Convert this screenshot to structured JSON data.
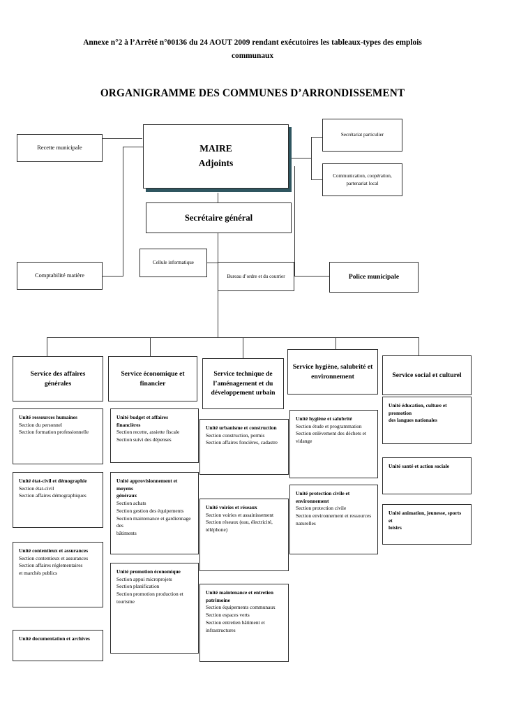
{
  "document": {
    "header_line1": "Annexe n°2 à l’Arrêté n°00136 du 24 AOUT 2009 rendant exécutoires les tableaux-types des emplois",
    "header_line2": "communaux",
    "chart_title": "ORGANIGRAMME DES COMMUNES D’ARRONDISSEMENT"
  },
  "colors": {
    "box_border": "#2c2c2c",
    "connector": "#3a3a3a",
    "maire_shadow": "#2f5660",
    "page_background": "#ffffff"
  },
  "top": {
    "maire_line1": "MAIRE",
    "maire_line2": "Adjoints",
    "recette": "Recette municipale",
    "secretariat": "Secrétariat particulier",
    "communication": "Communication, coopération,\npartenariat local",
    "communication_line1": "Communication, coopération,",
    "communication_line2": "partenariat local"
  },
  "middle": {
    "secretaire_general": "Secrétaire général",
    "comptabilite": "Comptabilité matière",
    "cellule_informatique": "Cellule informatique",
    "bureau_ordre": "Bureau d’ordre et du courrier",
    "police": "Police municipale"
  },
  "services": [
    {
      "id": "affaires-generales",
      "label": "Service des affaires générales"
    },
    {
      "id": "economique-financier",
      "label": "Service économique et financier"
    },
    {
      "id": "technique-amenagement",
      "label": "Service technique de l’aménagement et du développement urbain",
      "lines": [
        "Service technique de",
        "l’aménagement et du",
        "développement urbain"
      ]
    },
    {
      "id": "hygiene-salubrite",
      "label": "Service hygiène, salubrité et environnement",
      "lines": [
        "Service hygiène, salubrité et",
        "environnement"
      ]
    },
    {
      "id": "social-culturel",
      "label": "Service social et culturel"
    }
  ],
  "units": {
    "col1": [
      {
        "title": "Unité ressources humaines",
        "sections": [
          "Section du personnel",
          "Section formation professionnelle"
        ]
      },
      {
        "title": "Unité état-civil et démographie",
        "sections": [
          "Section état-civil",
          "Section affaires démographiques"
        ]
      },
      {
        "title": "Unité contentieux et assurances",
        "sections": [
          "Section contentieux et assurances",
          "Section affaires réglementaires",
          "et marchés publics"
        ]
      },
      {
        "title": "Unité documentation et archives",
        "sections": []
      }
    ],
    "col2": [
      {
        "title": "Unité budget et affaires financières",
        "sections": [
          "Section recette, assiette fiscale",
          "Section suivi des dépenses"
        ]
      },
      {
        "title": "Unité approvisionnement et moyens généraux",
        "title_lines": [
          "Unité approvisionnement et moyens",
          "généraux"
        ],
        "sections": [
          "Section achats",
          "Section gestion des équipements",
          "Section maintenance et gardiennage des",
          "bâtiments"
        ]
      },
      {
        "title": "Unité promotion économique",
        "sections": [
          "Section appui microprojets",
          "Section planification",
          "Section promotion production et",
          "tourisme"
        ]
      }
    ],
    "col3": [
      {
        "title": "Unité urbanisme et construction",
        "sections": [
          "Section construction, permis",
          "Section affaires foncières, cadastre"
        ]
      },
      {
        "title": "Unité voiries et réseaux",
        "sections": [
          "Section voiries et assainissement",
          "Section réseaux (eau, électricité,",
          "téléphone)"
        ]
      },
      {
        "title": "Unité maintenance et entretien patrimoine",
        "title_lines": [
          "Unité maintenance et entretien",
          "patrimoine"
        ],
        "sections": [
          "Section équipements communaux",
          "Section espaces verts",
          "Section entretien bâtiment et",
          "infrastructures"
        ]
      }
    ],
    "col4": [
      {
        "title": "Unité hygiène et salubrité",
        "sections": [
          "Section étude et programmation",
          "Section enlèvement des déchets et",
          "vidange"
        ]
      },
      {
        "title": "Unité protection civile et environnement",
        "title_lines": [
          "Unité protection civile et",
          "environnement"
        ],
        "sections": [
          "Section protection civile",
          "Section environnement et ressources",
          "naturelles"
        ]
      }
    ],
    "col5": [
      {
        "title": "Unité éducation, culture et promotion des langues nationales",
        "title_lines": [
          "Unité éducation, culture et promotion",
          "des langues nationales"
        ],
        "sections": []
      },
      {
        "title": "Unité santé et action sociale",
        "sections": []
      },
      {
        "title": "Unité animation, jeunesse, sports et loisirs",
        "title_lines": [
          "Unité animation, jeunesse, sports et",
          "loisirs"
        ],
        "sections": []
      }
    ]
  }
}
